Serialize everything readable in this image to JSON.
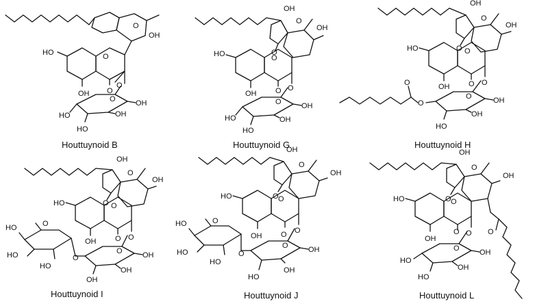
{
  "compounds": [
    {
      "name": "Houttuynoid B"
    },
    {
      "name": "Houttuynoid G"
    },
    {
      "name": "Houttuynoid H"
    },
    {
      "name": "Houttuynoid I"
    },
    {
      "name": "Houttuynoid J"
    },
    {
      "name": "Houttuynoid L"
    }
  ],
  "atoms": {
    "oh": "OH",
    "ho": "HO",
    "o": "O"
  }
}
